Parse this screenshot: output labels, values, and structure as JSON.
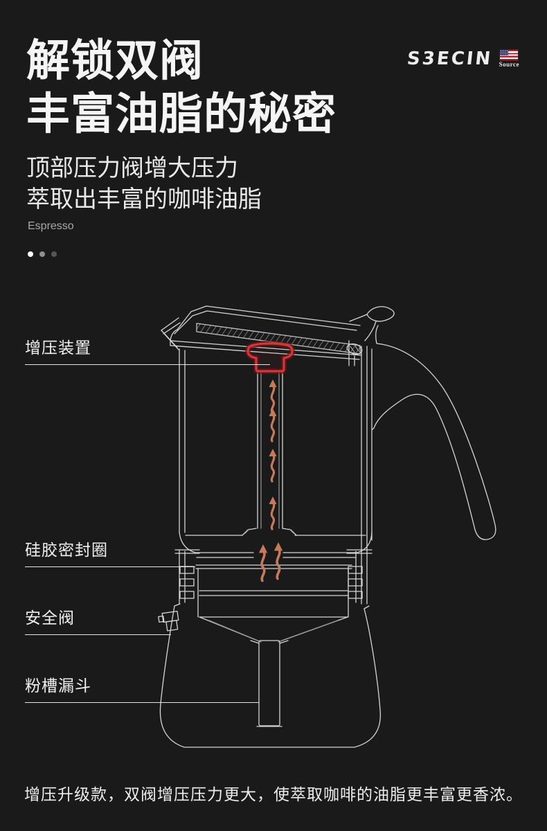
{
  "brand": {
    "logo_text": "S3ECIN",
    "source_label": "Source"
  },
  "header": {
    "title_line1": "解锁双阀",
    "title_line2": "丰富油脂的秘密",
    "subtitle_line1": "顶部压力阀增大压力",
    "subtitle_line2": "萃取出丰富的咖啡油脂",
    "tagline": "Espresso"
  },
  "carousel": {
    "dot_count": 3,
    "active_index": 0,
    "dot_colors": [
      "#ffffff",
      "#8f8f8f",
      "#565656"
    ]
  },
  "diagram": {
    "subject": "moka-pot-cross-section",
    "labels": [
      {
        "text": "增压装置"
      },
      {
        "text": "硅胶密封圈"
      },
      {
        "text": "安全阀"
      },
      {
        "text": "粉槽漏斗"
      }
    ]
  },
  "footer": {
    "caption": "增压升级款，双阀增压压力更大，使萃取咖啡的油脂更丰富更香浓。"
  },
  "colors": {
    "background": "#1a1a1a",
    "line_art": "#d6d6d6",
    "highlight_red": "#d2373c",
    "steam_arrow": "#c47a5b",
    "text_primary": "#f2f2f2"
  }
}
